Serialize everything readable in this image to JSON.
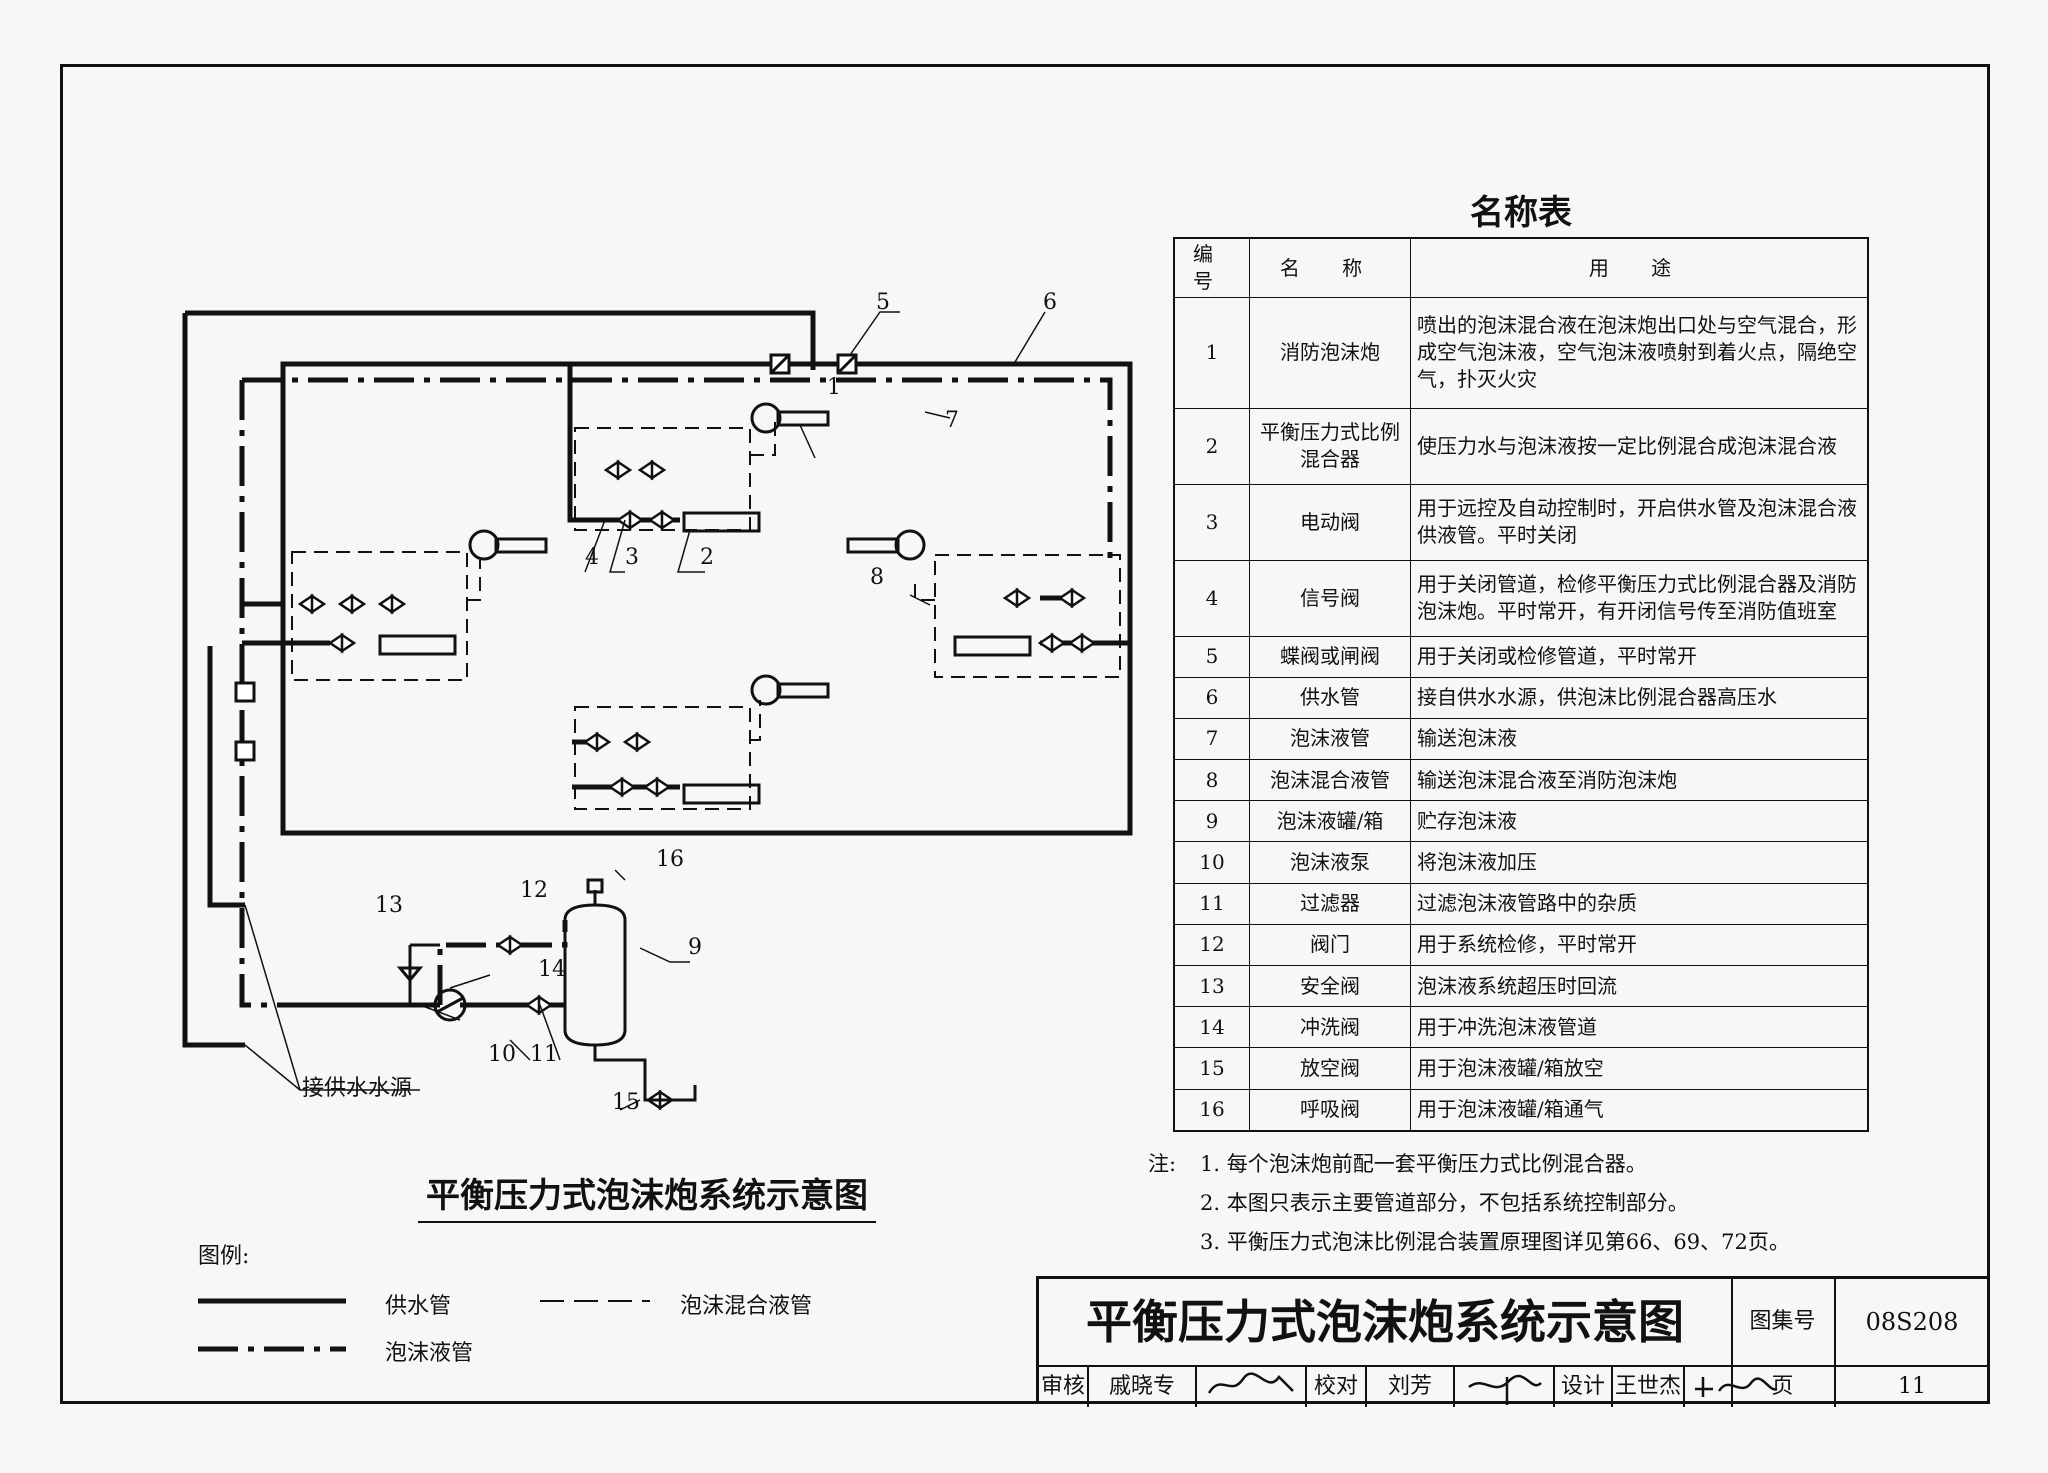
{
  "table": {
    "title": "名称表",
    "headers": [
      "编号",
      "名 称",
      "用 途"
    ],
    "rows": [
      {
        "no": "1",
        "name": "消防泡沫炮",
        "use": "喷出的泡沫混合液在泡沫炮出口处与空气混合，形成空气泡沫液，空气泡沫液喷射到着火点，隔绝空气，扑灭火灾"
      },
      {
        "no": "2",
        "name": "平衡压力式比例混合器",
        "use": "使压力水与泡沫液按一定比例混合成泡沫混合液"
      },
      {
        "no": "3",
        "name": "电动阀",
        "use": "用于远控及自动控制时，开启供水管及泡沫混合液供液管。平时关闭"
      },
      {
        "no": "4",
        "name": "信号阀",
        "use": "用于关闭管道，检修平衡压力式比例混合器及消防泡沫炮。平时常开，有开闭信号传至消防值班室"
      },
      {
        "no": "5",
        "name": "蝶阀或闸阀",
        "use": "用于关闭或检修管道，平时常开"
      },
      {
        "no": "6",
        "name": "供水管",
        "use": "接自供水水源，供泡沫比例混合器高压水"
      },
      {
        "no": "7",
        "name": "泡沫液管",
        "use": "输送泡沫液"
      },
      {
        "no": "8",
        "name": "泡沫混合液管",
        "use": "输送泡沫混合液至消防泡沫炮"
      },
      {
        "no": "9",
        "name": "泡沫液罐/箱",
        "use": "贮存泡沫液"
      },
      {
        "no": "10",
        "name": "泡沫液泵",
        "use": "将泡沫液加压"
      },
      {
        "no": "11",
        "name": "过滤器",
        "use": "过滤泡沫液管路中的杂质"
      },
      {
        "no": "12",
        "name": "阀门",
        "use": "用于系统检修，平时常开"
      },
      {
        "no": "13",
        "name": "安全阀",
        "use": "泡沫液系统超压时回流"
      },
      {
        "no": "14",
        "name": "冲洗阀",
        "use": "用于冲洗泡沫液管道"
      },
      {
        "no": "15",
        "name": "放空阀",
        "use": "用于泡沫液罐/箱放空"
      },
      {
        "no": "16",
        "name": "呼吸阀",
        "use": "用于泡沫液罐/箱通气"
      }
    ]
  },
  "diagram": {
    "callouts": [
      "1",
      "2",
      "3",
      "4",
      "5",
      "6",
      "7",
      "8",
      "9",
      "10",
      "11",
      "12",
      "13",
      "14",
      "15",
      "16"
    ],
    "water_source_label": "接供水水源",
    "figure_title": "平衡压力式泡沫炮系统示意图"
  },
  "legend": {
    "title": "图例:",
    "supply_pipe": "供水管",
    "foam_pipe": "泡沫液管",
    "mixture_pipe": "泡沫混合液管"
  },
  "notes": {
    "prefix": "注:",
    "items": [
      "1. 每个泡沫炮前配一套平衡压力式比例混合器。",
      "2. 本图只表示主要管道部分，不包括系统控制部分。",
      "3. 平衡压力式泡沫比例混合装置原理图详见第66、69、72页。"
    ]
  },
  "title_block": {
    "title": "平衡压力式泡沫炮系统示意图",
    "atlas_label": "图集号",
    "atlas_no": "08S208",
    "review_label": "审核",
    "reviewer": "戚晓专",
    "check_label": "校对",
    "checker": "刘芳",
    "design_label": "设计",
    "designer": "王世杰",
    "page_label": "页",
    "page_no": "11"
  }
}
